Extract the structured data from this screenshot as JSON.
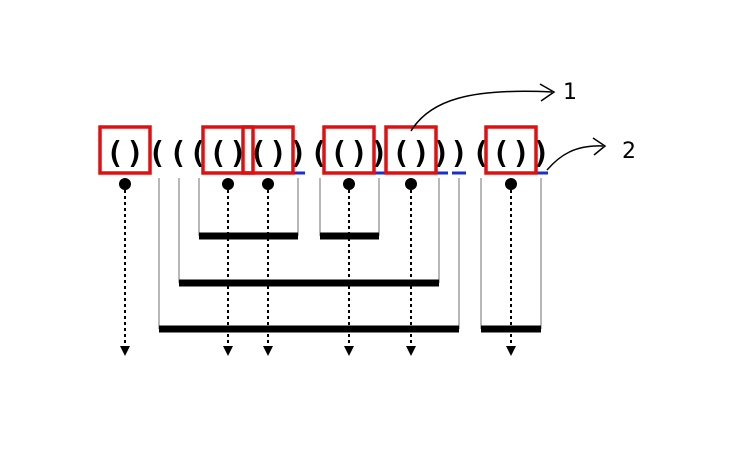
{
  "sequence": [
    "(",
    ")",
    "(",
    "(",
    "(",
    "(",
    ")",
    "(",
    ")",
    ")",
    "(",
    "(",
    ")",
    ")",
    "(",
    ")",
    ")",
    ")",
    "(",
    "(",
    ")",
    ")"
  ],
  "highlighted_pairs": [
    [
      0,
      1
    ],
    [
      5,
      6
    ],
    [
      7,
      8
    ],
    [
      11,
      12
    ],
    [
      14,
      15
    ],
    [
      19,
      20
    ]
  ],
  "underlined_closers": [
    9,
    13,
    16,
    17,
    21
  ],
  "annotations": [
    {
      "id": "label-1",
      "text": "1"
    },
    {
      "id": "label-2",
      "text": "2"
    }
  ],
  "colors": {
    "highlight_box": "#e01010",
    "underline": "#1a2fd0",
    "bracket_line": "#b8b8b8",
    "bar": "#000000",
    "arrow": "#000000"
  }
}
